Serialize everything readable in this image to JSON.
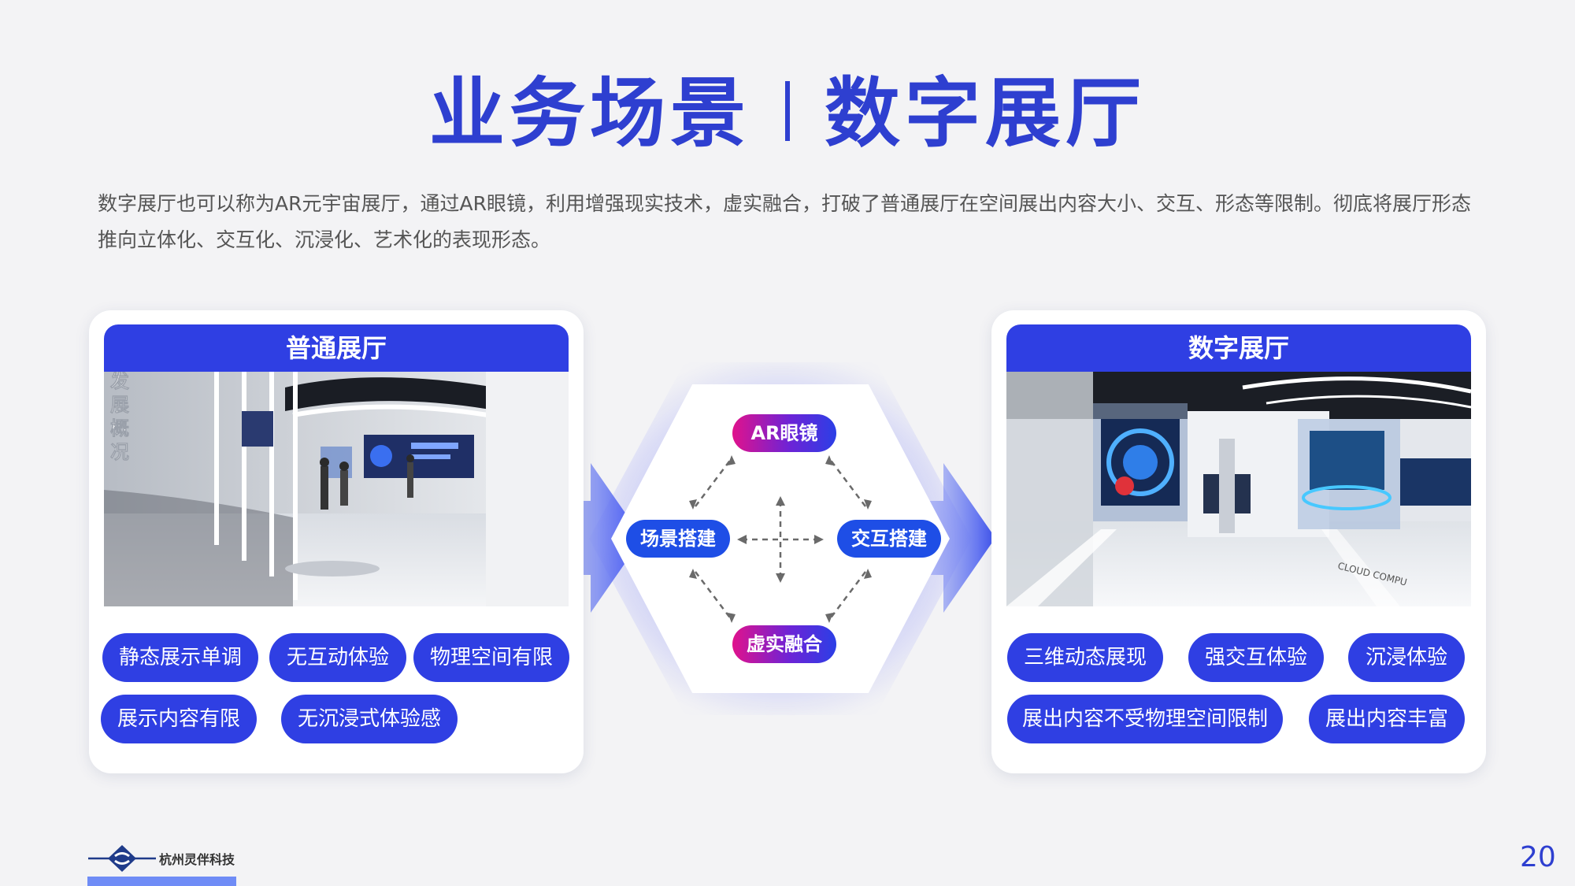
{
  "slide": {
    "title_left": "业务场景",
    "title_right": "数字展厅",
    "description": "数字展厅也可以称为AR元宇宙展厅，通过AR眼镜，利用增强现实技术，虚实融合，打破了普通展厅在空间展出内容大小、交互、形态等限制。彻底将展厅形态推向立体化、交互化、沉浸化、艺术化的表现形态。"
  },
  "left_panel": {
    "header": "普通展厅",
    "photo_sign": [
      "发",
      "展",
      "概",
      "况"
    ],
    "tags": [
      "静态展示单调",
      "无互动体验",
      "物理空间有限",
      "展示内容有限",
      "无沉浸式体验感"
    ]
  },
  "right_panel": {
    "header": "数字展厅",
    "photo_floor_text": "CLOUD COMPU",
    "tags": [
      "三维动态展现",
      "强交互体验",
      "沉浸体验",
      "展出内容不受物理空间限制",
      "展出内容丰富"
    ]
  },
  "hexagon": {
    "top": "AR眼镜",
    "left": "场景搭建",
    "right": "交互搭建",
    "bottom": "虚实融合"
  },
  "footer": {
    "company": "杭州灵伴科技",
    "page_number": "20"
  },
  "colors": {
    "accent_blue": "#2f3fe3",
    "title_blue": "#2e3fd0",
    "gradient_pink": "#e0128c",
    "gradient_purple": "#6d23d6"
  }
}
